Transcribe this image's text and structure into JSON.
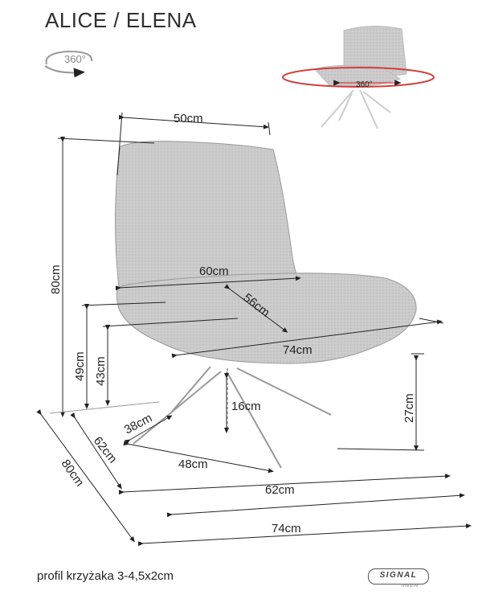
{
  "title": "ALICE / ELENA",
  "rotation_small": "360°",
  "rotation_chair": "360°",
  "dimensions": {
    "back_width": "50cm",
    "total_height": "80cm",
    "seat_width": "60cm",
    "seat_depth": "56cm",
    "armrest_height": "49cm",
    "seat_height": "43cm",
    "overall_width": "74cm",
    "base_height": "27cm",
    "leg_height": "16cm",
    "cross_a": "38cm",
    "cross_b": "62cm",
    "cross_c": "48cm",
    "base_width": "62cm",
    "footprint_depth": "80cm",
    "footprint_width": "74cm"
  },
  "footer": "profil krzyżaka 3-4,5x2cm",
  "brand": "SIGNAL",
  "brand_sub": "meble",
  "colors": {
    "upholstery": "#c9c9c9",
    "line": "#222222",
    "accent": "#d23c3c"
  }
}
